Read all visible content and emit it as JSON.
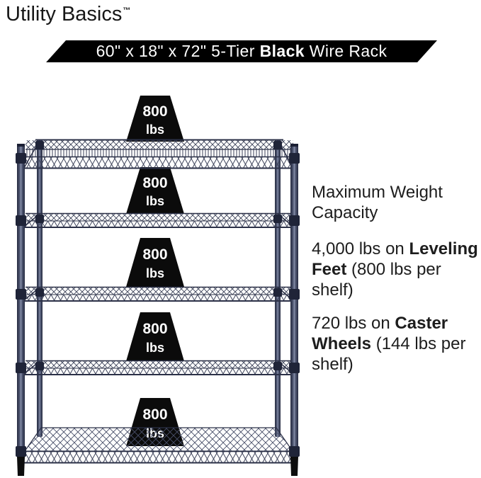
{
  "brand": {
    "name": "Utility Basics",
    "trademark": "™"
  },
  "banner": {
    "prefix": "60\" x 18\" x 72\" 5-Tier ",
    "highlight": "Black",
    "suffix": " Wire Rack"
  },
  "rack": {
    "tier_count": 5,
    "weights": [
      {
        "value": "800",
        "unit": "lbs"
      },
      {
        "value": "800",
        "unit": "lbs"
      },
      {
        "value": "800",
        "unit": "lbs"
      },
      {
        "value": "800",
        "unit": "lbs"
      },
      {
        "value": "800",
        "unit": "lbs"
      }
    ]
  },
  "info": {
    "heading": "Maximum Weight Capacity",
    "paragraphs": [
      {
        "prefix": "4,000 lbs on ",
        "bold": "Leveling Feet",
        "suffix": " (800 lbs per shelf)"
      },
      {
        "prefix": "720 lbs on ",
        "bold": "Caster Wheels",
        "suffix": " (144 lbs per shelf)"
      }
    ]
  },
  "colors": {
    "banner_bg": "#000000",
    "banner_text": "#ffffff",
    "weight_badge_bg": "#0b0b0b",
    "weight_badge_text": "#ffffff",
    "wire": "#3c4259",
    "body_text": "#1d1d1d"
  }
}
